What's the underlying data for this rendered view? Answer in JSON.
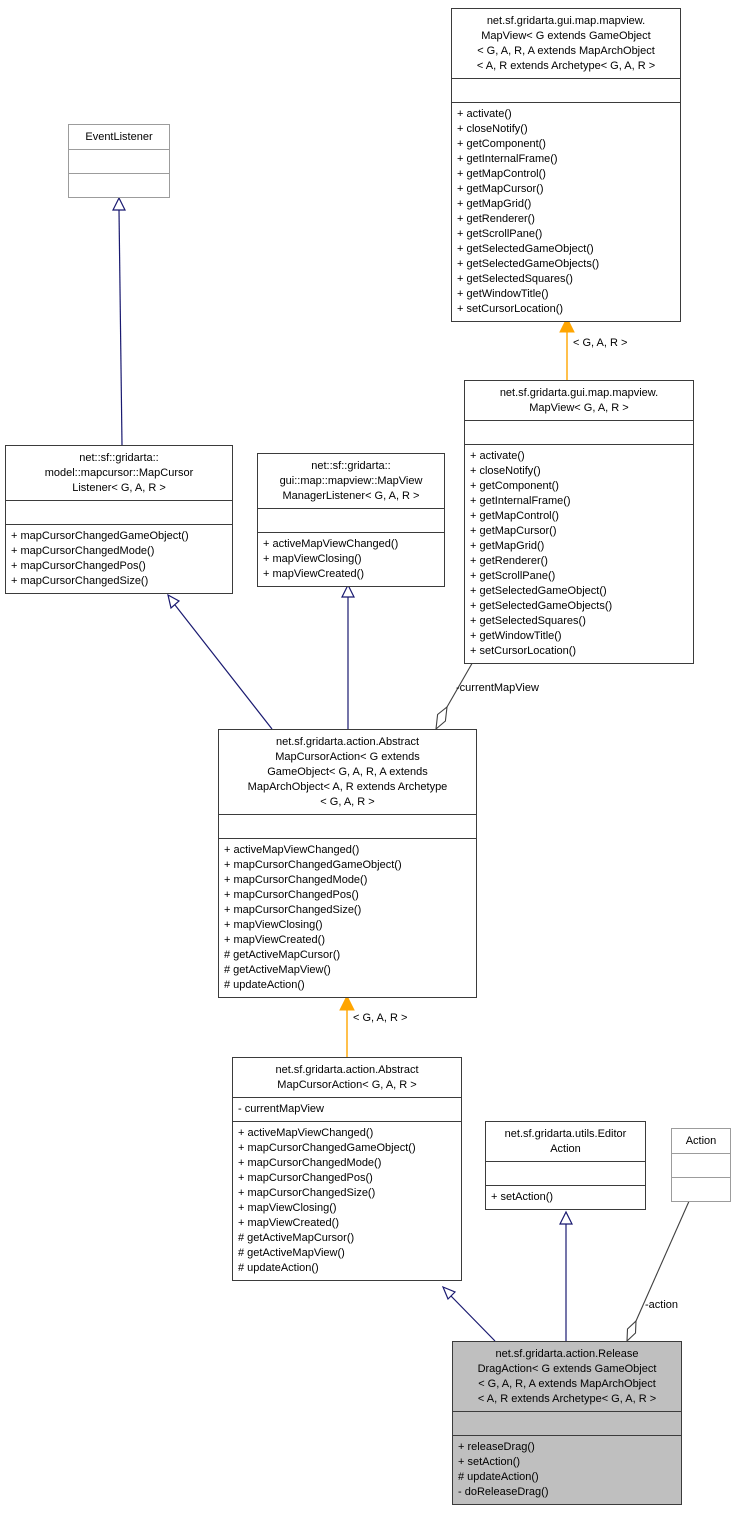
{
  "colors": {
    "inheritance": "#191970",
    "template": "#ffa500",
    "aggregation": "#3f3f3f",
    "border": "#3b3b3b",
    "external_border": "#9c9c9c",
    "highlight_fill": "#bfbfbf"
  },
  "classes": {
    "mapview_full": {
      "title": "net.sf.gridarta.gui.map.mapview.\nMapView< G extends GameObject\n< G, A, R, A extends MapArchObject\n< A, R extends Archetype< G, A, R >",
      "methods": [
        "+ activate()",
        "+ closeNotify()",
        "+ getComponent()",
        "+ getInternalFrame()",
        "+ getMapControl()",
        "+ getMapCursor()",
        "+ getMapGrid()",
        "+ getRenderer()",
        "+ getScrollPane()",
        "+ getSelectedGameObject()",
        "+ getSelectedGameObjects()",
        "+ getSelectedSquares()",
        "+ getWindowTitle()",
        "+ setCursorLocation()"
      ]
    },
    "event_listener": {
      "title": "EventListener"
    },
    "mapcursor_listener": {
      "title": "net::sf::gridarta::\nmodel::mapcursor::MapCursor\nListener< G, A, R >",
      "methods": [
        "+ mapCursorChangedGameObject()",
        "+ mapCursorChangedMode()",
        "+ mapCursorChangedPos()",
        "+ mapCursorChangedSize()"
      ]
    },
    "mapview_manager_listener": {
      "title": "net::sf::gridarta::\ngui::map::mapview::MapView\nManagerListener< G, A, R >",
      "methods": [
        "+ activeMapViewChanged()",
        "+ mapViewClosing()",
        "+ mapViewCreated()"
      ]
    },
    "mapview_gar": {
      "title": "net.sf.gridarta.gui.map.mapview.\nMapView< G, A, R >",
      "methods": [
        "+ activate()",
        "+ closeNotify()",
        "+ getComponent()",
        "+ getInternalFrame()",
        "+ getMapControl()",
        "+ getMapCursor()",
        "+ getMapGrid()",
        "+ getRenderer()",
        "+ getScrollPane()",
        "+ getSelectedGameObject()",
        "+ getSelectedGameObjects()",
        "+ getSelectedSquares()",
        "+ getWindowTitle()",
        "+ setCursorLocation()"
      ]
    },
    "abstract_full": {
      "title": "net.sf.gridarta.action.Abstract\nMapCursorAction< G extends\nGameObject< G, A, R, A extends\nMapArchObject< A, R extends Archetype\n< G, A, R >",
      "methods": [
        "+ activeMapViewChanged()",
        "+ mapCursorChangedGameObject()",
        "+ mapCursorChangedMode()",
        "+ mapCursorChangedPos()",
        "+ mapCursorChangedSize()",
        "+ mapViewClosing()",
        "+ mapViewCreated()",
        "# getActiveMapCursor()",
        "# getActiveMapView()",
        "# updateAction()"
      ]
    },
    "abstract_gar": {
      "title": "net.sf.gridarta.action.Abstract\nMapCursorAction< G, A, R >",
      "attributes": [
        "- currentMapView"
      ],
      "methods": [
        "+ activeMapViewChanged()",
        "+ mapCursorChangedGameObject()",
        "+ mapCursorChangedMode()",
        "+ mapCursorChangedPos()",
        "+ mapCursorChangedSize()",
        "+ mapViewClosing()",
        "+ mapViewCreated()",
        "# getActiveMapCursor()",
        "# getActiveMapView()",
        "# updateAction()"
      ]
    },
    "editor_action": {
      "title": "net.sf.gridarta.utils.Editor\nAction",
      "methods": [
        "+ setAction()"
      ]
    },
    "action": {
      "title": "Action"
    },
    "release_drag": {
      "title": "net.sf.gridarta.action.Release\nDragAction< G extends GameObject\n< G, A, R, A extends MapArchObject\n< A, R extends Archetype< G, A, R >",
      "methods": [
        "+ releaseDrag()",
        "+ setAction()",
        "# updateAction()",
        "- doReleaseDrag()"
      ]
    }
  },
  "edge_labels": {
    "template_top": "< G, A, R >",
    "template_bottom": "< G, A, R >",
    "current_map_view": "-currentMapView",
    "action_member": "-action"
  }
}
